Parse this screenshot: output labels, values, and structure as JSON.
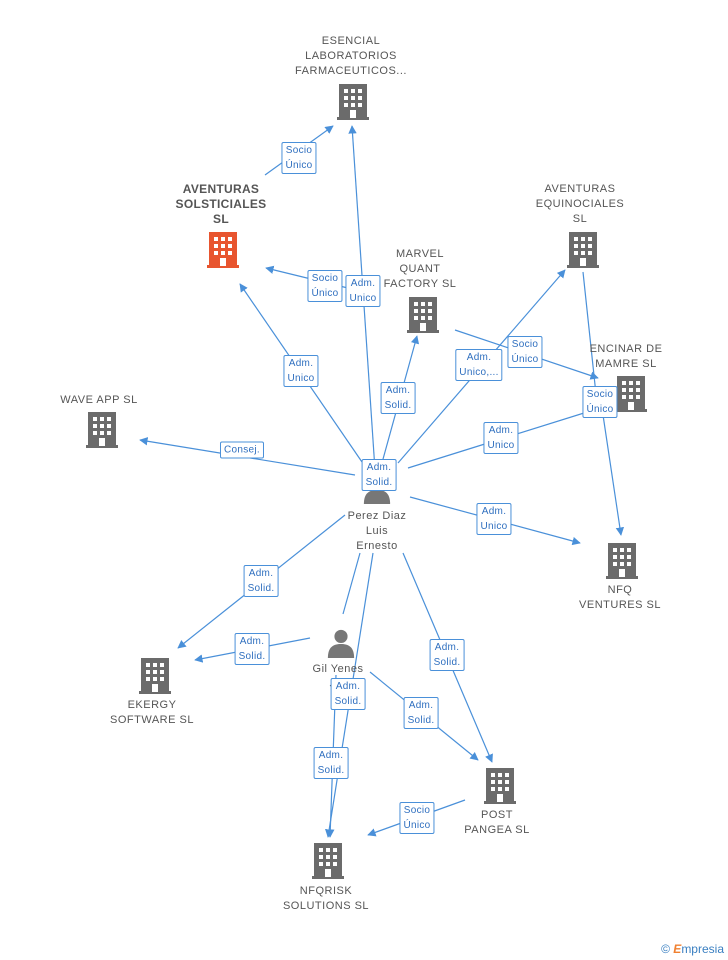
{
  "colors": {
    "edge": "#4a90d9",
    "company": "#6b6b6b",
    "focus_company": "#e8552f",
    "person": "#777777"
  },
  "nodes": {
    "esencial": "ESENCIAL\nLABORATORIOS\nFARMACEUTICOS...",
    "aventuras_solsticiales": "AVENTURAS\nSOLSTICIALES\nSL",
    "aventuras_equinociales": "AVENTURAS\nEQUINOCIALES\nSL",
    "marvel": "MARVEL\nQUANT\nFACTORY SL",
    "encinar": "ENCINAR DE\nMAMRE SL",
    "wave": "WAVE APP SL",
    "nfq_ventures": "NFQ\nVENTURES SL",
    "ekergy": "EKERGY\nSOFTWARE SL",
    "post_pangea": "POST\nPANGEA SL",
    "nfqrisk": "NFQRISK\nSOLUTIONS SL",
    "perez": "Perez Diaz\nLuis\nErnesto",
    "gil": "Gil Yenes\nJ..."
  },
  "edge_labels": {
    "socio_unico_esencial": "Socio\nÚnico",
    "socio_unico_solst": "Socio\nÚnico",
    "adm_unico_top": "Adm.\nUnico",
    "adm_unico_solst": "Adm.\nUnico",
    "adm_solid_marvel": "Adm.\nSolid.",
    "adm_unico_equin": "Adm.\nUnico,...",
    "socio_unico_encinar_a": "Socio\nÚnico",
    "socio_unico_encinar_b": "Socio\nÚnico",
    "adm_unico_encinar": "Adm.\nUnico",
    "consej": "Consej.",
    "adm_solid_center": "Adm.\nSolid.",
    "adm_unico_nfqv": "Adm.\nUnico",
    "adm_solid_ekergy_a": "Adm.\nSolid.",
    "adm_solid_ekergy_b": "Adm.\nSolid.",
    "adm_solid_post_a": "Adm.\nSolid.",
    "adm_solid_post_b": "Adm.\nSolid.",
    "adm_solid_gil": "Adm.\nSolid.",
    "adm_solid_nfqrisk": "Adm.\nSolid.",
    "socio_unico_nfqrisk": "Socio\nÚnico"
  },
  "footer": {
    "copyright": "©",
    "brand_e": "E",
    "brand_rest": "mpresia"
  }
}
